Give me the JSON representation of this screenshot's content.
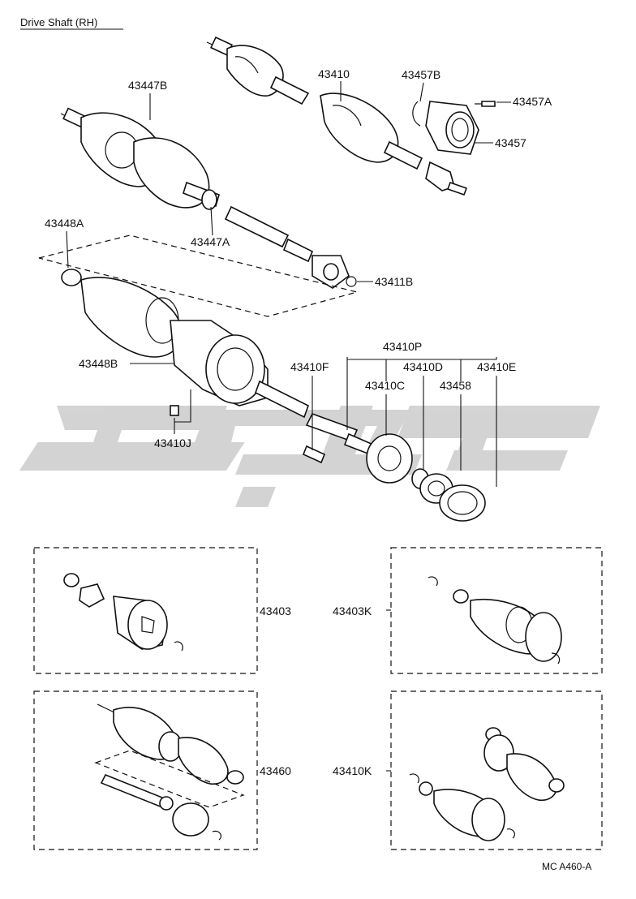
{
  "title": "Drive Shaft (RH)",
  "diagram_code": "MC A460-A",
  "part_labels": {
    "p43447B": "43447B",
    "p43410": "43410",
    "p43457B": "43457B",
    "p43457A": "43457A",
    "p43457": "43457",
    "p43448A": "43448A",
    "p43447A": "43447A",
    "p43411B": "43411B",
    "p43410P": "43410P",
    "p43410F": "43410F",
    "p43410D": "43410D",
    "p43410E": "43410E",
    "p43410C": "43410C",
    "p43458": "43458",
    "p43448B": "43448B",
    "p43410J": "43410J",
    "p43403": "43403",
    "p43403K": "43403K",
    "p43460": "43460",
    "p43410K": "43410K"
  }
}
